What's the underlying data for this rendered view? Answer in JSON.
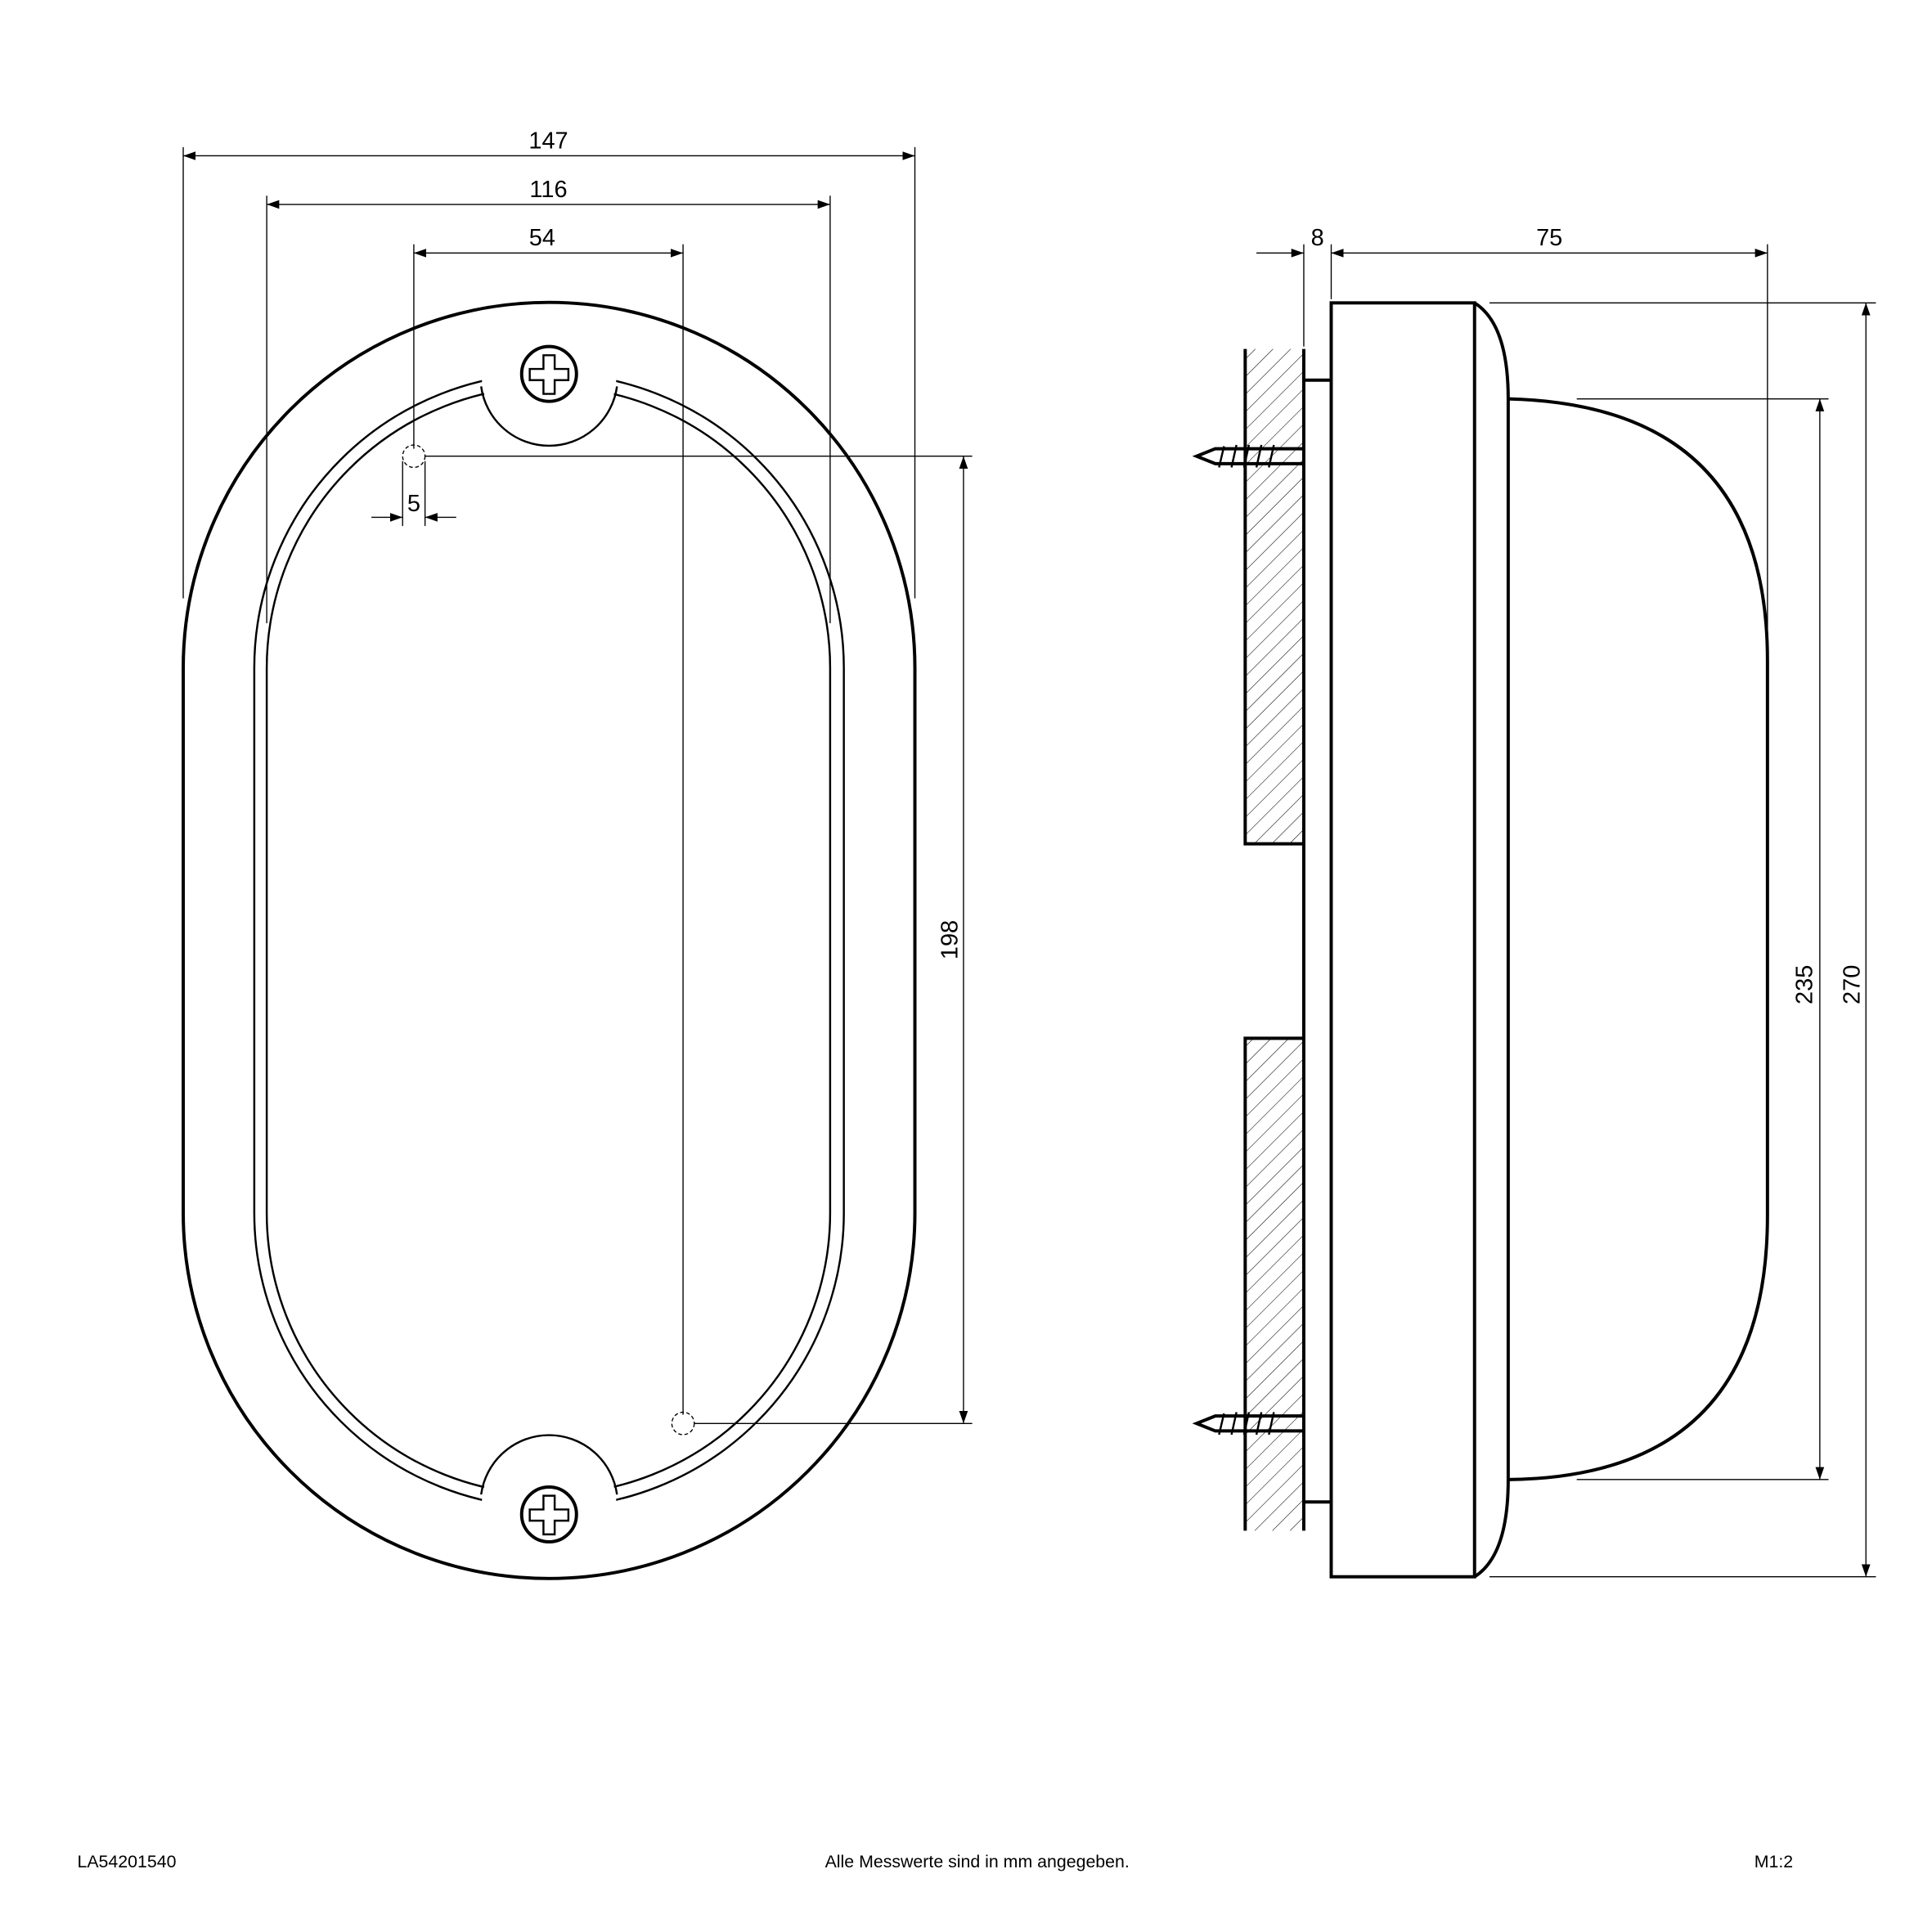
{
  "drawing": {
    "front_view": {
      "dim_overall_width": "147",
      "dim_frame_width": "116",
      "dim_hole_offset": "54",
      "dim_hole_diameter": "5",
      "dim_hole_spacing": "198"
    },
    "side_view": {
      "dim_wall_gap": "8",
      "dim_depth": "75",
      "dim_dome_height": "235",
      "dim_overall_height": "270"
    }
  },
  "footer": {
    "article_number": "LA54201540",
    "note": "Alle Messwerte sind in mm angegeben.",
    "scale": "M1:2"
  },
  "colors": {
    "line": "#000000",
    "background": "#ffffff"
  }
}
